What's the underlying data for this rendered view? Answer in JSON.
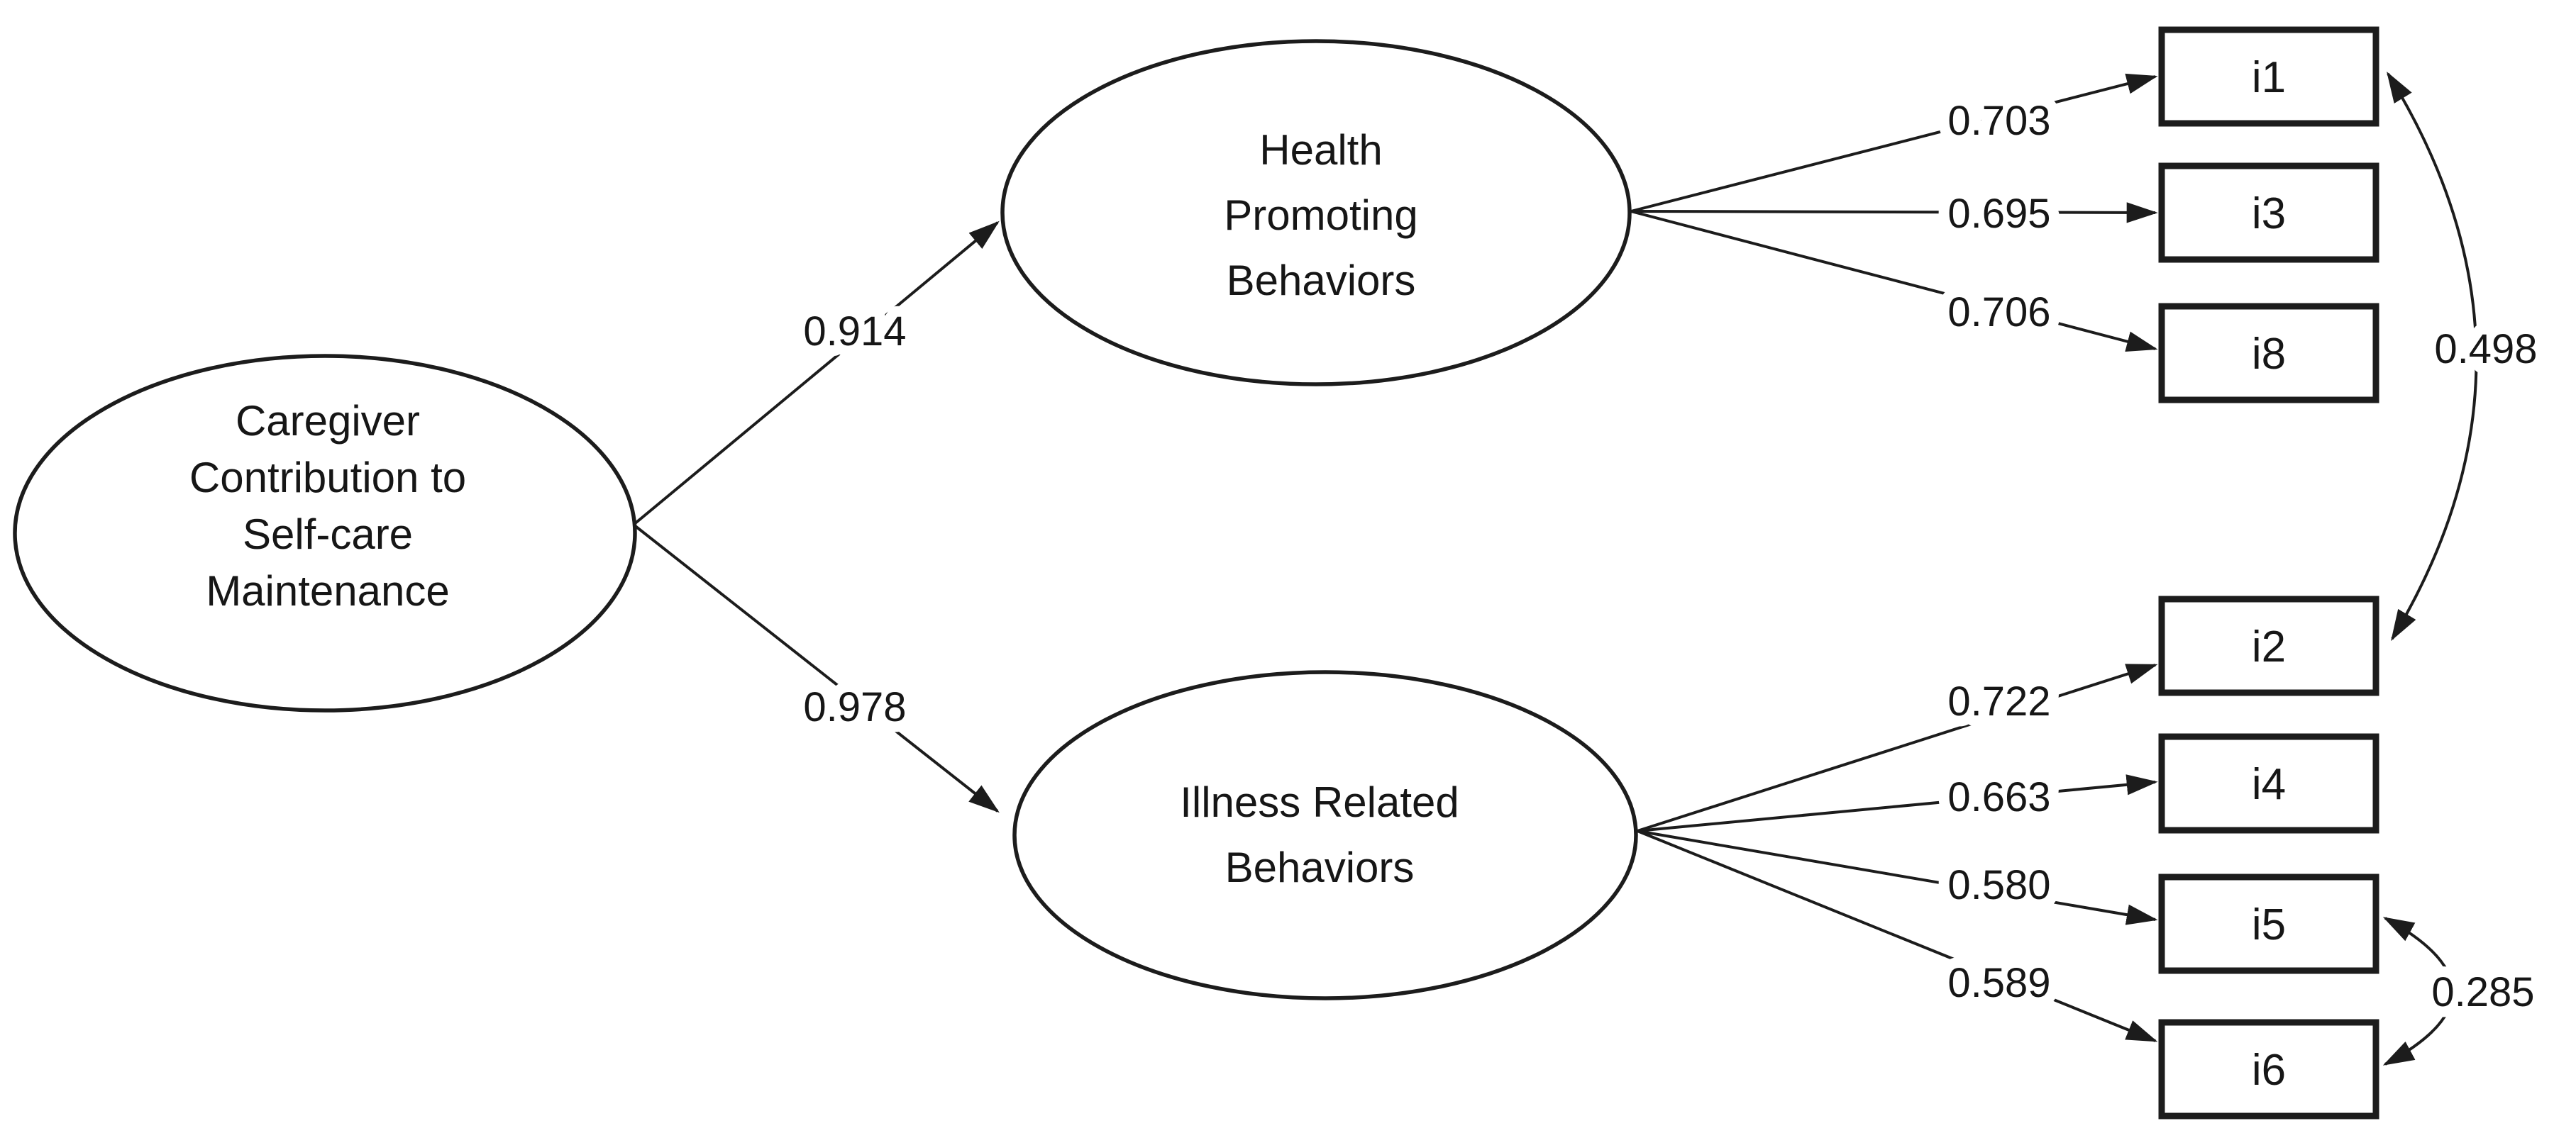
{
  "diagram": {
    "kind": "confirmatory-factor-analysis-path-model",
    "colors": {
      "ink": "#1c1c1c",
      "background": "#ffffff"
    },
    "latent_factors": [
      {
        "id": "ccscm",
        "label_lines": [
          "Caregiver",
          "Contribution to",
          "Self-care",
          "Maintenance"
        ]
      },
      {
        "id": "hpb",
        "label_lines": [
          "Health",
          "Promoting",
          "Behaviors"
        ]
      },
      {
        "id": "irb",
        "label_lines": [
          "Illness Related",
          "Behaviors"
        ]
      }
    ],
    "structural_paths": [
      {
        "from": "Caregiver Contribution to Self-care Maintenance",
        "to": "Health Promoting Behaviors",
        "value": "0.914"
      },
      {
        "from": "Caregiver Contribution to Self-care Maintenance",
        "to": "Illness Related Behaviors",
        "value": "0.978"
      }
    ],
    "indicators": [
      {
        "id": "i1",
        "factor": "Health Promoting Behaviors",
        "loading": "0.703"
      },
      {
        "id": "i3",
        "factor": "Health Promoting Behaviors",
        "loading": "0.695"
      },
      {
        "id": "i8",
        "factor": "Health Promoting Behaviors",
        "loading": "0.706"
      },
      {
        "id": "i2",
        "factor": "Illness Related Behaviors",
        "loading": "0.722"
      },
      {
        "id": "i4",
        "factor": "Illness Related Behaviors",
        "loading": "0.663"
      },
      {
        "id": "i5",
        "factor": "Illness Related Behaviors",
        "loading": "0.580"
      },
      {
        "id": "i6",
        "factor": "Illness Related Behaviors",
        "loading": "0.589"
      }
    ],
    "error_covariances": [
      {
        "between": [
          "i1",
          "i2"
        ],
        "value": "0.498"
      },
      {
        "between": [
          "i5",
          "i6"
        ],
        "value": "0.285"
      }
    ]
  }
}
